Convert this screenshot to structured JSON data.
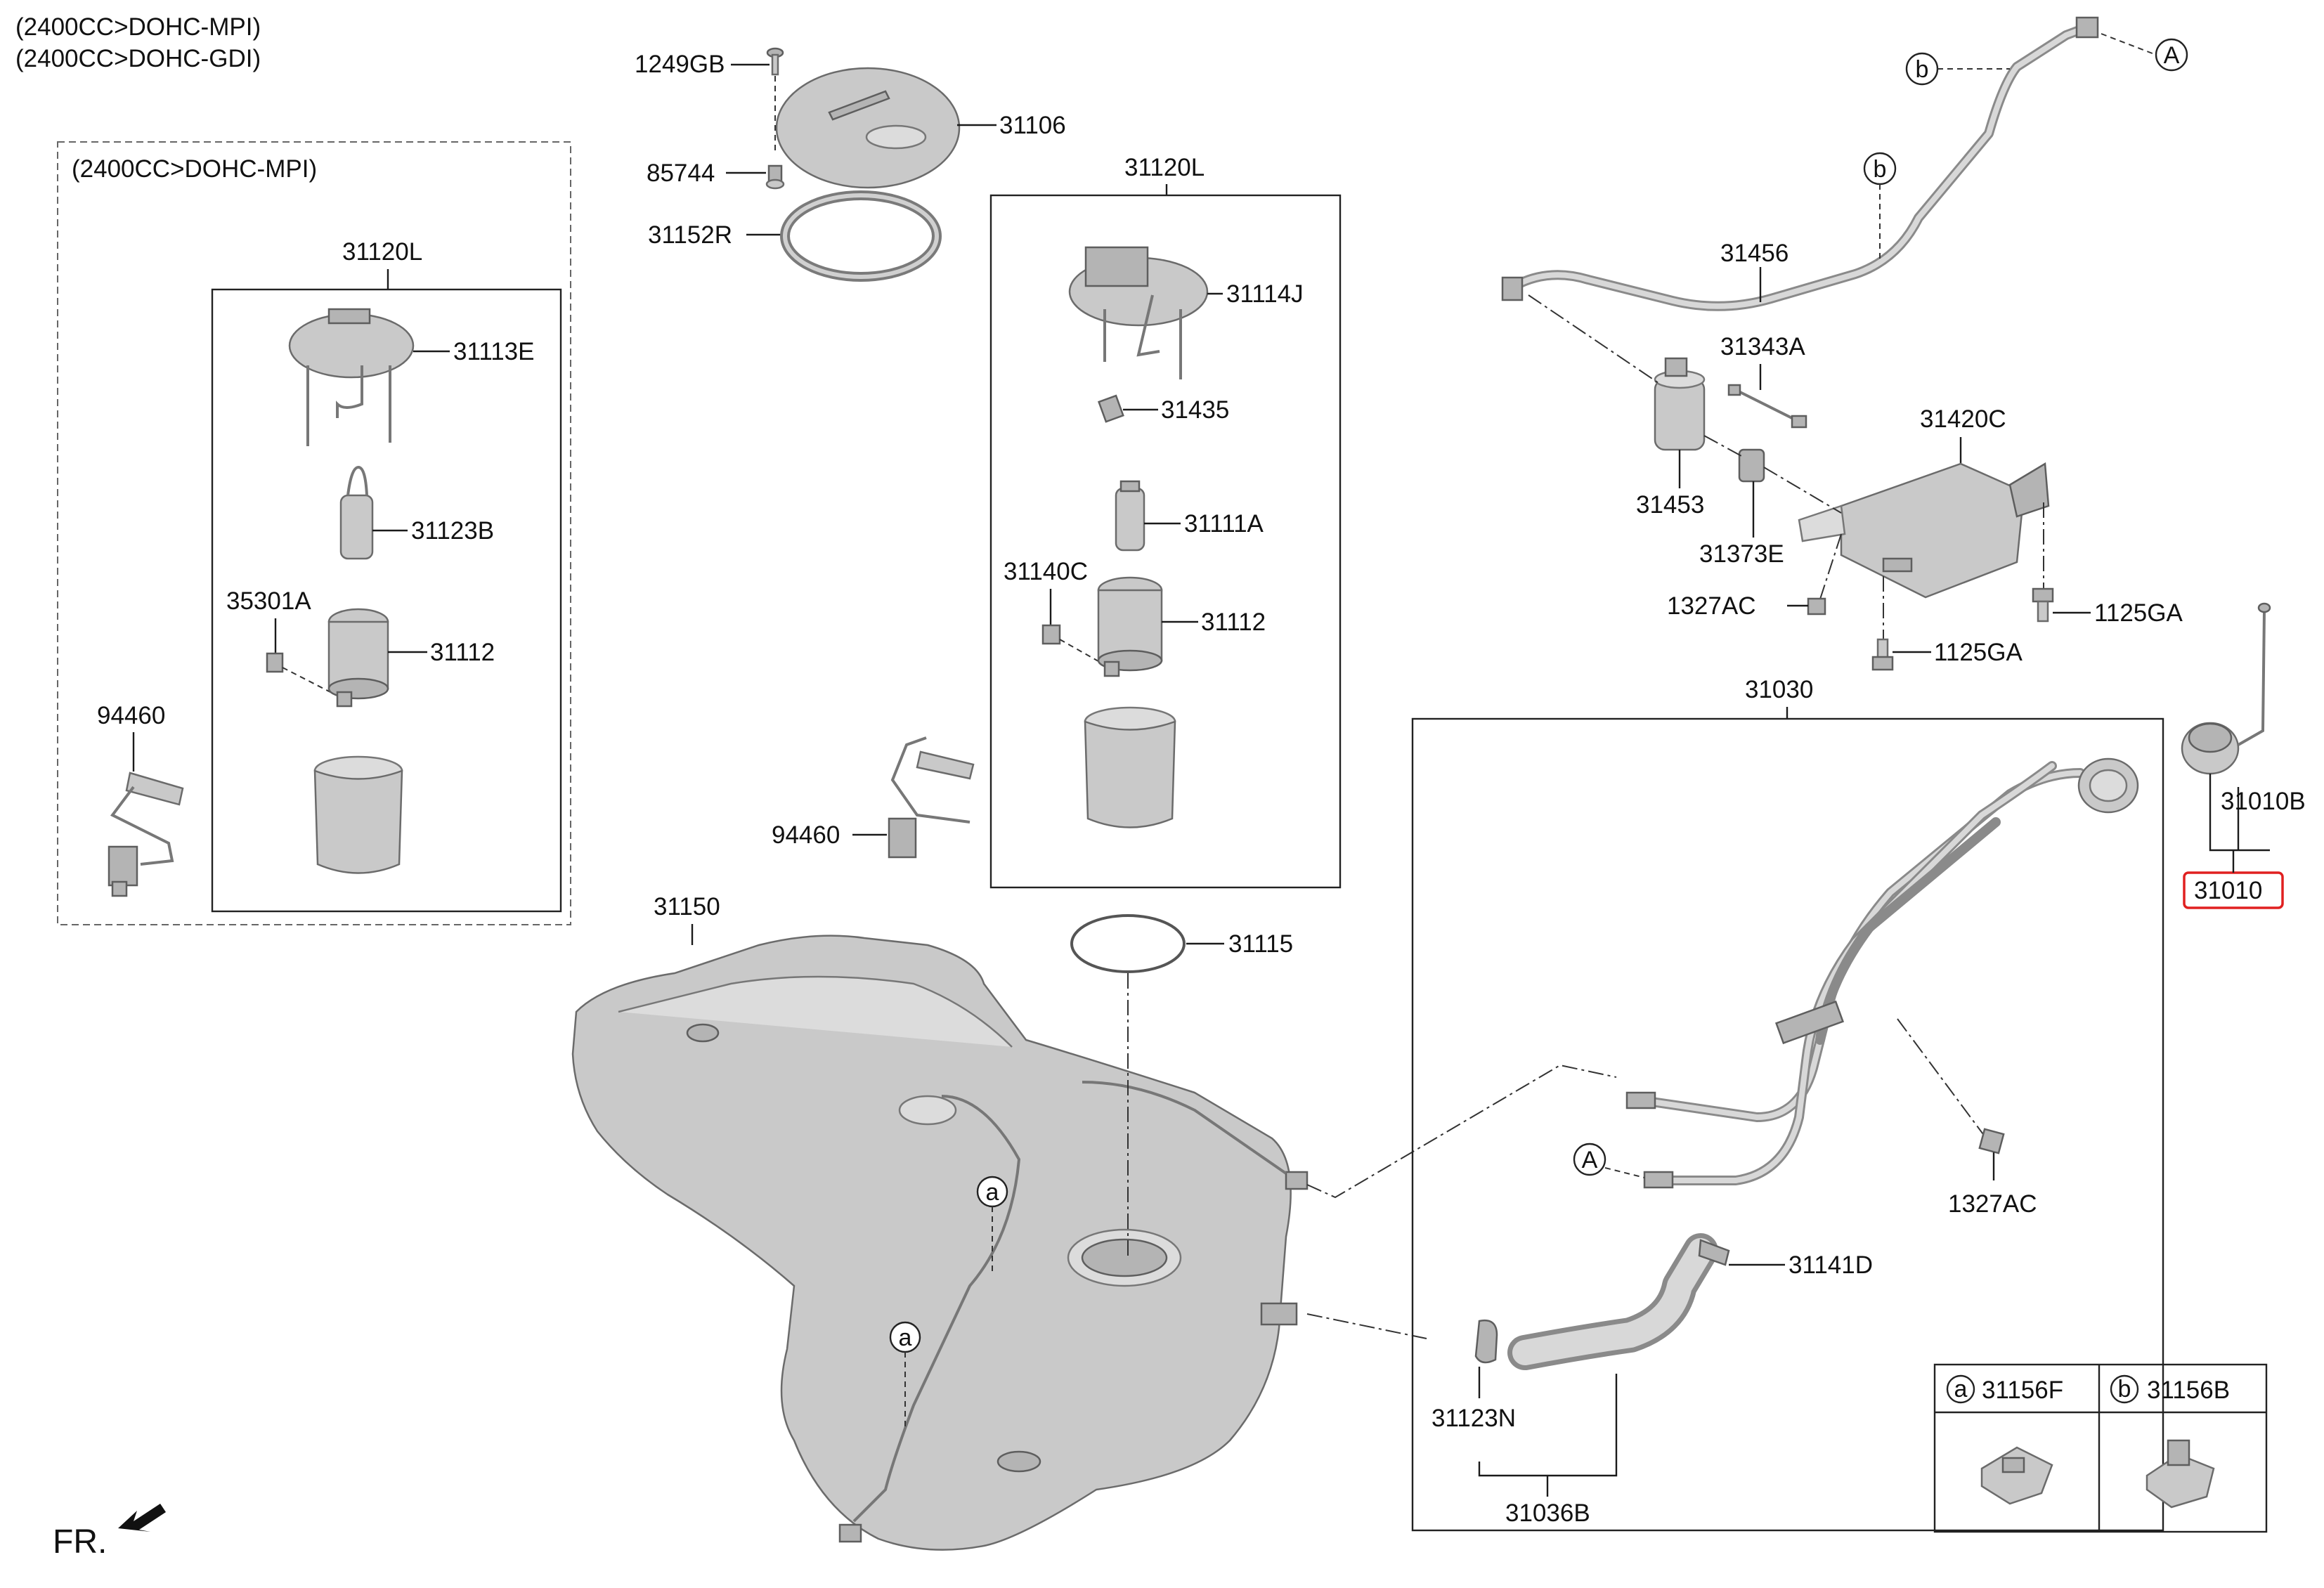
{
  "engine_notes": [
    "(2400CC>DOHC-MPI)",
    "(2400CC>DOHC-GDI)"
  ],
  "mpi_group": {
    "header": "(2400CC>DOHC-MPI)",
    "assembly_label": "31120L",
    "parts": [
      "31113E",
      "31123B",
      "35301A",
      "31112",
      "94460"
    ]
  },
  "top_parts": [
    "1249GB",
    "31106",
    "85744",
    "31152R"
  ],
  "gdi_group": {
    "assembly_label": "31120L",
    "parts": [
      "31114J",
      "31435",
      "31111A",
      "31140C",
      "31112",
      "94460"
    ]
  },
  "tank": {
    "label": "31150",
    "ring_label": "31115"
  },
  "vapor_parts": [
    "31456",
    "31343A",
    "31420C",
    "31453",
    "31373E",
    "1327AC",
    "1125GA",
    "1125GA"
  ],
  "filler_group": {
    "label": "31030",
    "parts": [
      "31141D",
      "31123N",
      "31036B",
      "1327AC"
    ]
  },
  "cap": {
    "part": "31010B",
    "highlighted_label": "31010",
    "highlight_color": "#e02020"
  },
  "ref_markers": {
    "a": "a",
    "b": "b",
    "A": "A"
  },
  "legend": [
    {
      "key": "a",
      "part": "31156F"
    },
    {
      "key": "b",
      "part": "31156B"
    }
  ],
  "front_indicator": "FR."
}
